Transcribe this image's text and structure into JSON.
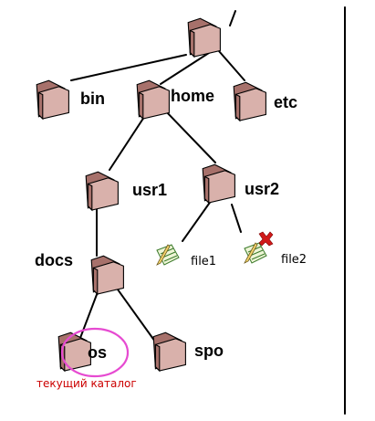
{
  "colors": {
    "folder_face": "#d9b1ab",
    "folder_shade": "#a7716b",
    "folder_outline": "#000000",
    "line": "#000000",
    "highlight": "#e64ad1",
    "current_text": "#cc0000",
    "border": "#000000"
  },
  "folders": [
    {
      "id": "root",
      "label": ""
    },
    {
      "id": "bin",
      "label": "bin"
    },
    {
      "id": "home",
      "label": "home"
    },
    {
      "id": "etc",
      "label": "etc"
    },
    {
      "id": "usr1",
      "label": "usr1"
    },
    {
      "id": "usr2",
      "label": "usr2"
    },
    {
      "id": "docs",
      "label": "docs"
    },
    {
      "id": "os",
      "label": "os"
    },
    {
      "id": "spo",
      "label": "spo"
    }
  ],
  "files": [
    {
      "id": "file1",
      "label": "file1",
      "deleted": false
    },
    {
      "id": "file2",
      "label": "file2",
      "deleted": true
    }
  ],
  "current": {
    "folder": "os",
    "text": "текущий каталог"
  },
  "icons": {
    "folder": "folder-icon",
    "file": "file-edit-icon",
    "delete": "delete-x-icon"
  }
}
